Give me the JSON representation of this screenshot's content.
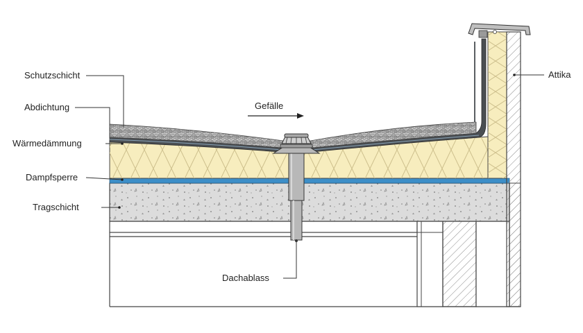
{
  "labels": {
    "schutzschicht": "Schutzschicht",
    "abdichtung": "Abdichtung",
    "waermedaemmung": "Wärmedämmung",
    "dampfsperre": "Dampfsperre",
    "tragschicht": "Tragschicht",
    "gefaelle": "Gefälle",
    "dachablass": "Dachablass",
    "attika": "Attika"
  },
  "colors": {
    "insulation": "#f7edbe",
    "insulation_pattern": "#cdbf8c",
    "membrane": "#4a4e52",
    "vapor_barrier": "#3d8fc9",
    "concrete": "#dcdcdc",
    "gravel": "#9a9a9a",
    "wall_hatch": "#8c8c8c",
    "outline": "#444444"
  }
}
